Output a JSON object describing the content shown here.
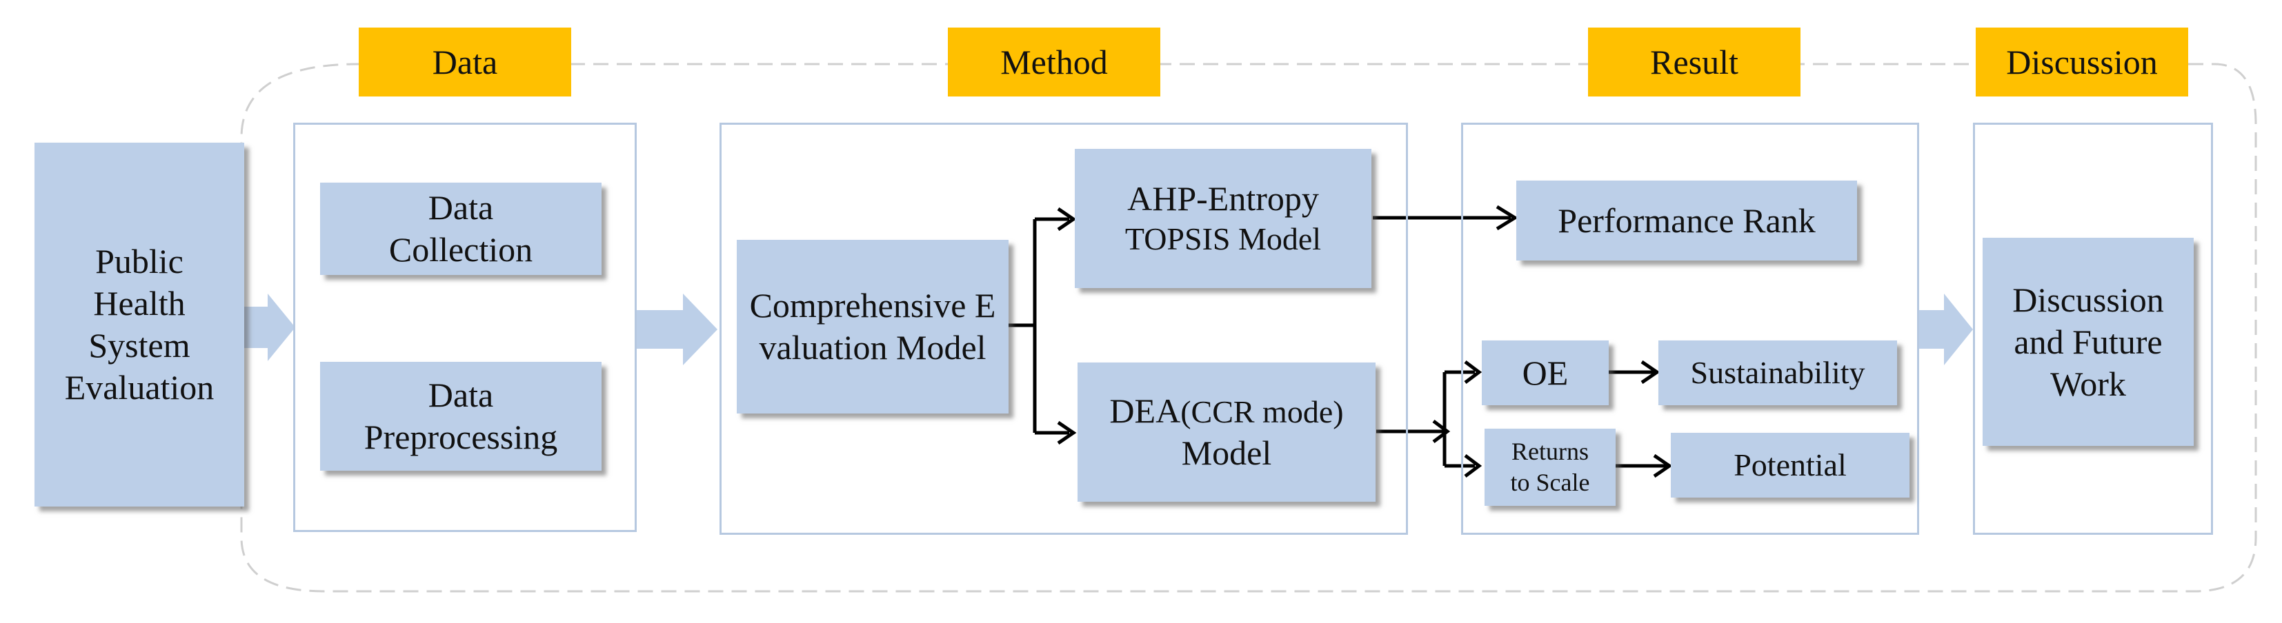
{
  "stages": {
    "data": "Data",
    "method": "Method",
    "result": "Result",
    "discussion": "Discussion"
  },
  "nodes": {
    "public_health": "Public Health System Evaluation",
    "data_collection": "Data Collection",
    "data_preprocessing": "Data Preprocessing",
    "comprehensive": "Comprehensive Evaluation Model",
    "ahp_line1": "AHP-Entropy",
    "ahp_line2": "TOPSIS Model",
    "dea_line1a": "DEA",
    "dea_line1b": "(CCR mode)",
    "dea_line2": "Model",
    "performance_rank": "Performance Rank",
    "oe": "OE",
    "sustainability": "Sustainability",
    "returns_line1": "Returns",
    "returns_line2": "to Scale",
    "potential": "Potential",
    "discussion_future": "Discussion and Future Work"
  },
  "colors": {
    "box_fill": "#bccfe8",
    "frame_border": "#b6c8e0",
    "stage_tag": "#ffc000",
    "arrow_big": "#bccfe8",
    "arrow_line": "#000000",
    "dashed_outline": "#cfcfcf"
  }
}
